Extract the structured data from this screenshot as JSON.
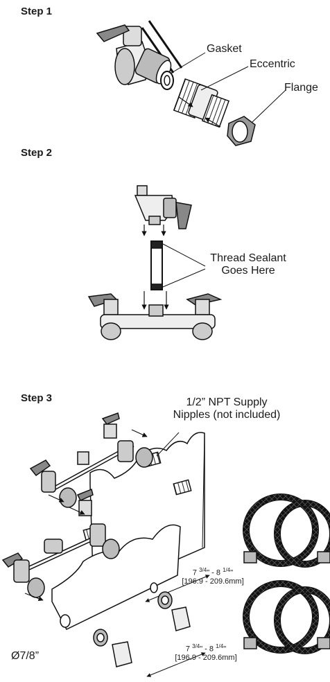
{
  "step1": {
    "title": "Step 1",
    "labels": {
      "gasket": "Gasket",
      "eccentric": "Eccentric",
      "flange": "Flange"
    }
  },
  "step2": {
    "title": "Step 2",
    "callout_line1": "Thread Sealant",
    "callout_line2": "Goes Here"
  },
  "step3": {
    "title": "Step 3",
    "supply_line1": "1/2” NPT Supply",
    "supply_line2": "Nipples (not included)",
    "dim_top": {
      "range_a": "7",
      "range_a_frac": "3/4",
      "range_b": "- 8",
      "range_b_frac": "1/4",
      "metric": "[196.9 - 209.6mm]"
    },
    "dim_bottom": {
      "range_a": "7",
      "range_a_frac": "3/4",
      "range_b": "- 8",
      "range_b_frac": "1/4",
      "metric": "[196.9 - 209.6mm]"
    },
    "hole_diameter": "Ø7/8”"
  }
}
